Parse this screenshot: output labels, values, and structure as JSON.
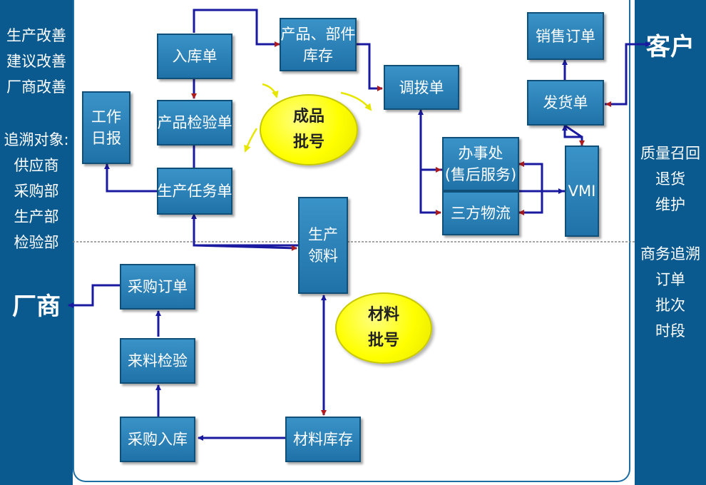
{
  "left_panel": {
    "improvements": "生产改善\n建议改善\n厂商改善",
    "trace_targets": "追溯对象:\n供应商\n采购部\n生产部\n检验部",
    "vendor": "厂商"
  },
  "right_panel": {
    "customer": "客户",
    "quality_items": "质量召回\n退货\n维护",
    "business_items": "商务追溯\n订单\n批次\n时段"
  },
  "boxes": {
    "inbound": "入库单",
    "product_inventory": "产品、部件\n库存",
    "transfer": "调拨单",
    "sales_order": "销售订单",
    "shipping": "发货单",
    "work_report": "工作\n日报",
    "product_inspection": "产品检验单",
    "production_task": "生产任务单",
    "office": "办事处\n(售后服务)",
    "third_party": "三方物流",
    "vmi": "VMI",
    "material_requisition": "生产\n领料",
    "purchase_order": "采购订单",
    "incoming_inspection": "来料检验",
    "purchase_inbound": "采购入库",
    "material_inventory": "材料库存"
  },
  "ovals": {
    "finished_batch": "成品\n批号",
    "material_batch": "材料\n批号"
  },
  "colors": {
    "side_panel": "#0a5a8f",
    "box": "#2a80b8",
    "arrow": "#1a1aa0",
    "arrow_head": "#b01a1a",
    "oval": "#ffff00"
  }
}
